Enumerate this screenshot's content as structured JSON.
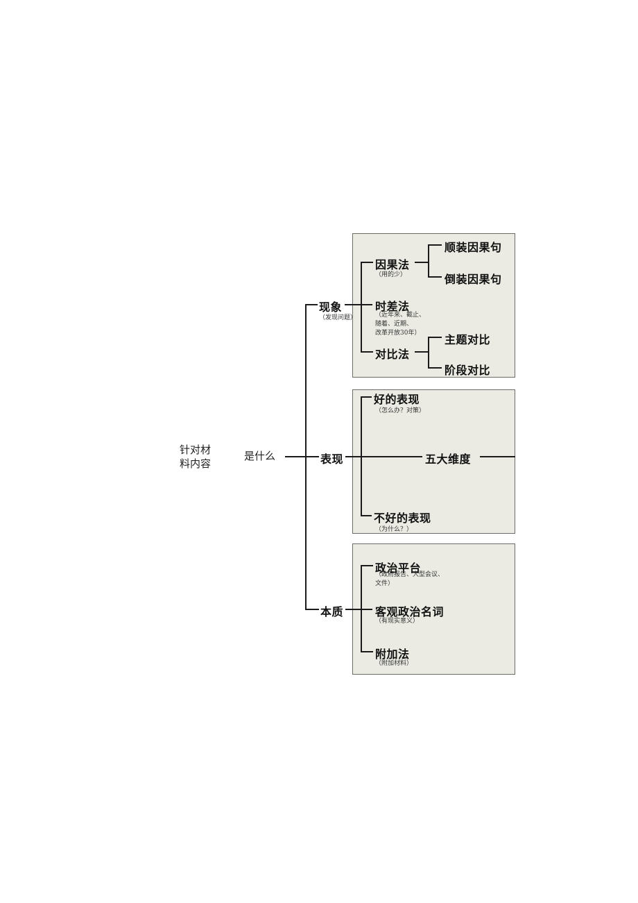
{
  "root": {
    "line1": "针对材",
    "line2": "料内容",
    "question": "是什么"
  },
  "phenomenon": {
    "title": "现象",
    "note": "（发现问题）",
    "causal": {
      "title": "因果法",
      "note": "（用的少）",
      "sub1": "顺装因果句",
      "sub2": "倒装因果句"
    },
    "time": {
      "title": "时差法",
      "note1": "（近年来、截止、",
      "note2": "随着、近期、",
      "note3": "改革开放30年）"
    },
    "contrast": {
      "title": "对比法",
      "sub1": "主题对比",
      "sub2": "阶段对比"
    }
  },
  "performance": {
    "title": "表现",
    "good": {
      "title": "好的表现",
      "note": "（怎么办？对策）"
    },
    "dimensions": "五大维度",
    "bad": {
      "title": "不好的表现",
      "note": "（为什么？）"
    }
  },
  "essence": {
    "title": "本质",
    "platform": {
      "title": "政治平台",
      "note1": "（政府报告、大型会议、",
      "note2": "文件）"
    },
    "terms": {
      "title": "客观政治名词",
      "note": "（有现实意义）"
    },
    "addition": {
      "title": "附加法",
      "note": "（附加材料）"
    }
  }
}
